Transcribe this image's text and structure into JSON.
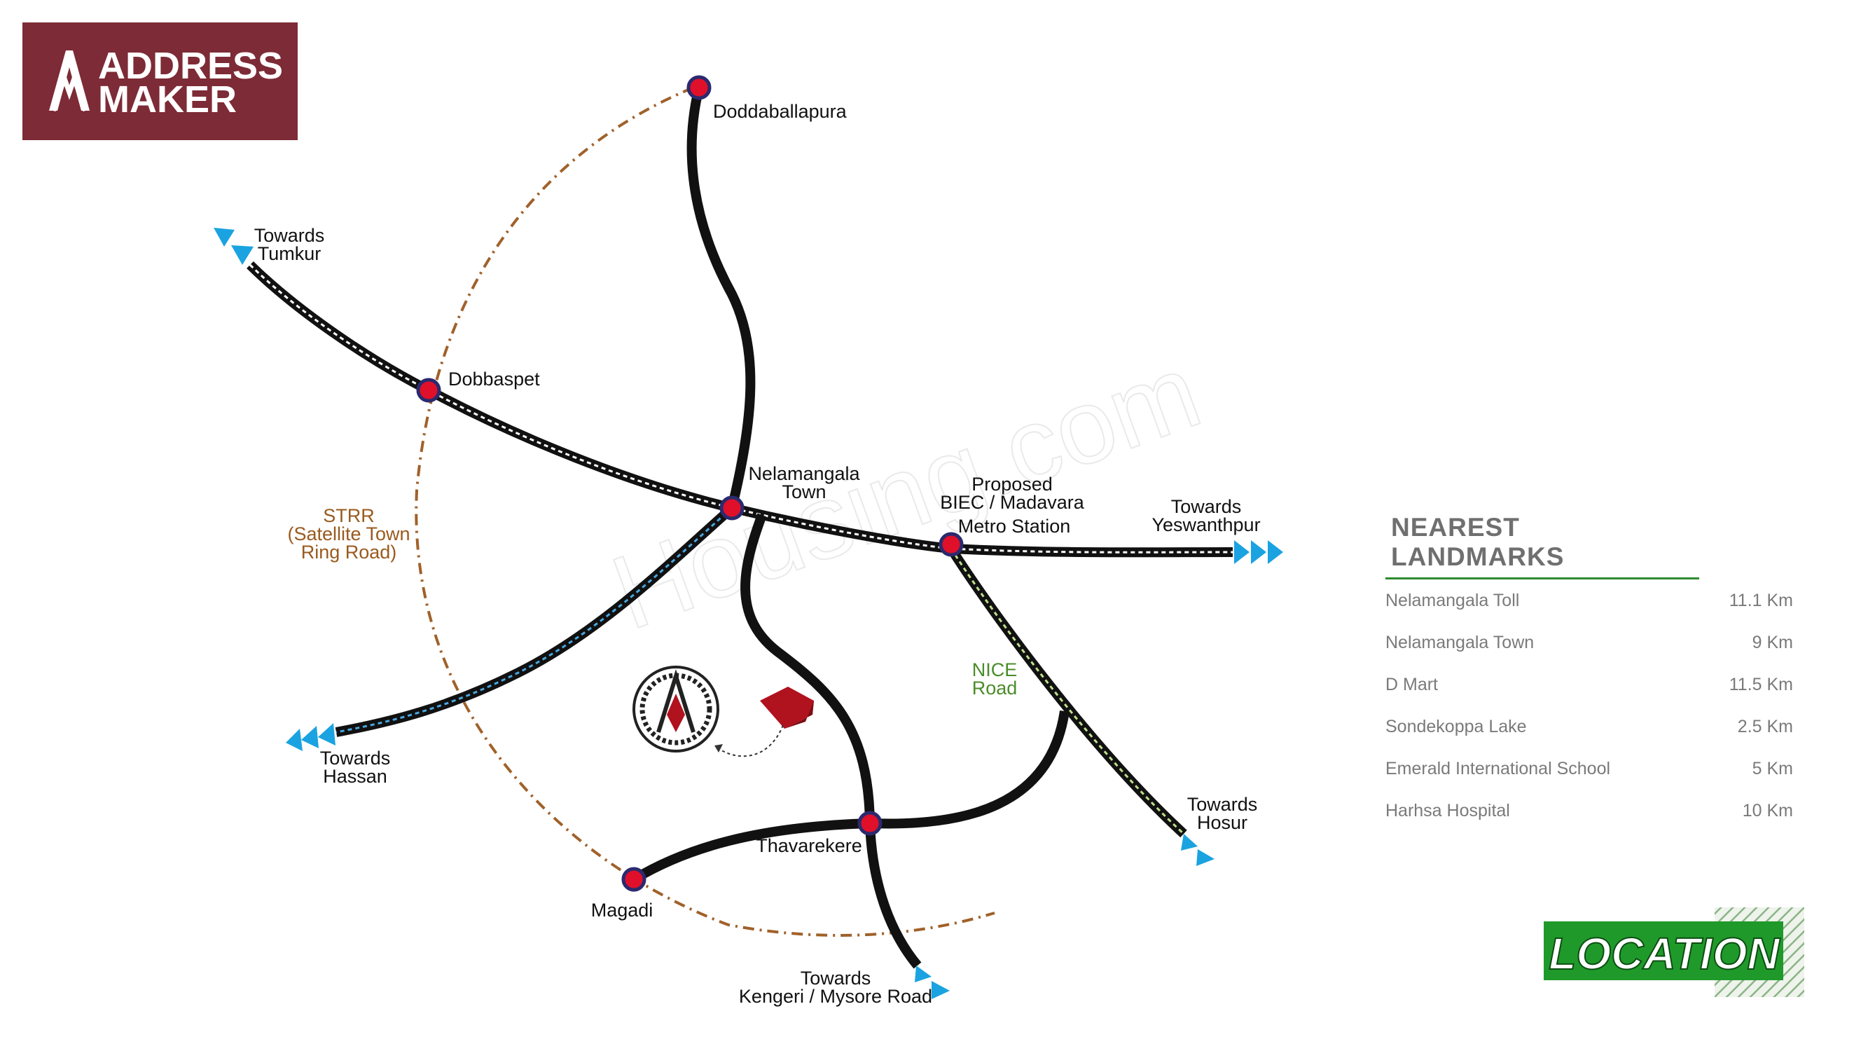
{
  "logo": {
    "line1": "ADDRESS",
    "line2": "MAKER",
    "bg_color": "#7d2b36"
  },
  "watermark": "Housing.com",
  "map": {
    "places": {
      "doddaballapura": "Doddaballapura",
      "dobbaspet": "Dobbaspet",
      "nelamangala_1": "Nelamangala",
      "nelamangala_2": "Town",
      "metro_1": "Proposed",
      "metro_2": "BIEC / Madavara",
      "metro_3": "Metro Station",
      "thavarekere": "Thavarekere",
      "magadi": "Magadi"
    },
    "directions": {
      "tumkur_1": "Towards",
      "tumkur_2": "Tumkur",
      "yeswanthpur_1": "Towards",
      "yeswanthpur_2": "Yeswanthpur",
      "hassan_1": "Towards",
      "hassan_2": "Hassan",
      "hosur_1": "Towards",
      "hosur_2": "Hosur",
      "kengeri_1": "Towards",
      "kengeri_2": "Kengeri / Mysore Road"
    },
    "roads": {
      "strr_1": "STRR",
      "strr_2": "(Satellite Town",
      "strr_3": "Ring Road)",
      "nice_1": "NICE",
      "nice_2": "Road"
    },
    "colors": {
      "node": "#e0102a",
      "node_ring": "#2b2a6e",
      "arrow": "#1aa3e0",
      "ring_road": "#a0612a",
      "road": "#111111",
      "project": "#b0121e"
    }
  },
  "landmarks": {
    "title": "NEAREST LANDMARKS",
    "items": [
      {
        "name": "Nelamangala Toll",
        "distance": "11.1 Km"
      },
      {
        "name": "Nelamangala Town",
        "distance": "9 Km"
      },
      {
        "name": "D Mart",
        "distance": "11.5 Km"
      },
      {
        "name": "Sondekoppa Lake",
        "distance": "2.5 Km"
      },
      {
        "name": "Emerald International School",
        "distance": "5 Km"
      },
      {
        "name": "Harhsa Hospital",
        "distance": "10 Km"
      }
    ]
  },
  "section_badge": {
    "label": "LOCATION",
    "color": "#1f9a2a"
  }
}
